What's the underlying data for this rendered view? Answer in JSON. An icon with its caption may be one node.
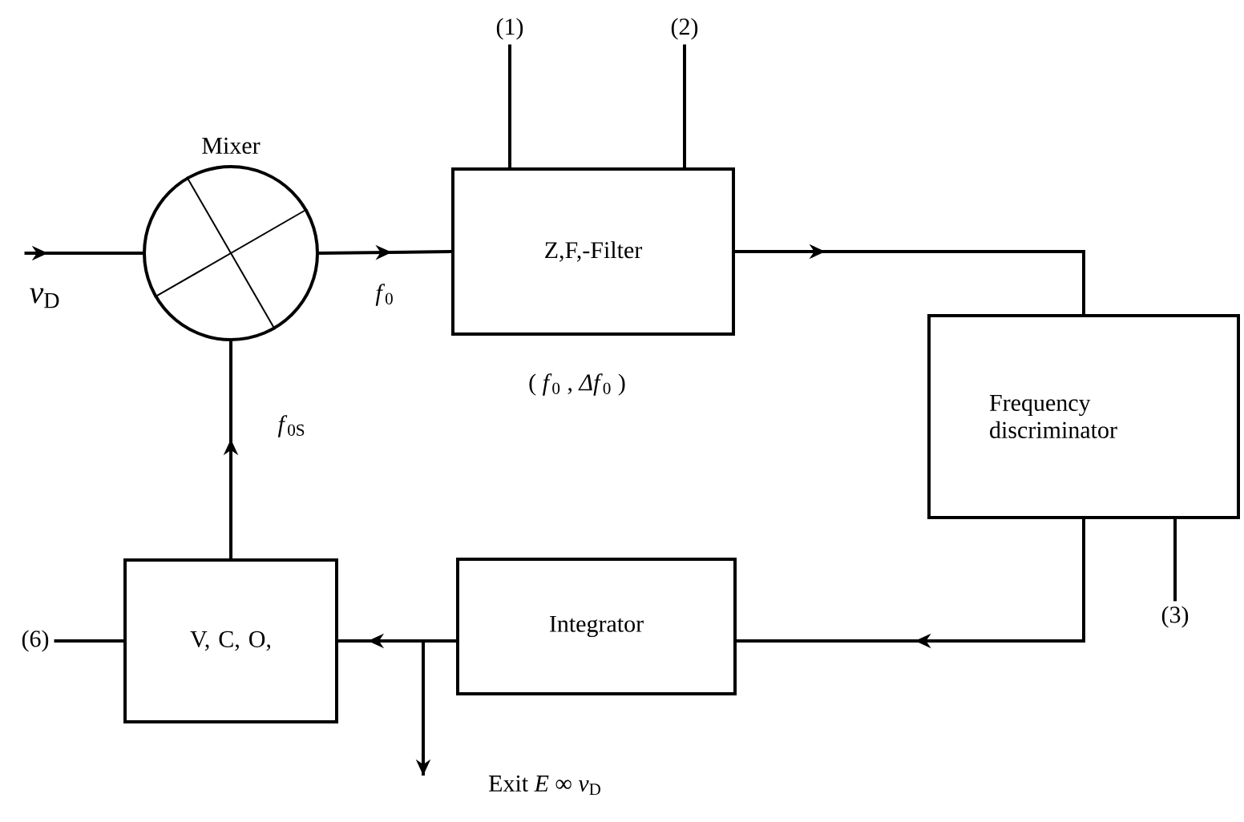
{
  "diagram": {
    "nodes": [
      {
        "text": [
          "Mixer"
        ]
      },
      {
        "text": [
          "Z,F,-Filter"
        ],
        "beside": [
          "( *f*$_{0}$ , *Δf*$_{0}$ )"
        ]
      },
      {
        "text": [
          "Frequency discriminator"
        ]
      },
      {
        "text": [
          "Integrator"
        ]
      },
      {
        "text": [
          "V, C, O,"
        ]
      },
      {
        "text": [
          "(1)"
        ]
      },
      {
        "text": [
          "(2)"
        ]
      },
      {
        "text": [
          "(3)"
        ]
      },
      {
        "text": [
          "(6)"
        ]
      },
      {
        "text": [
          "*ν*$_{D}$"
        ]
      }
    ],
    "edges": [
      {
        "from": 9,
        "to": 0,
        "arrow": "to"
      },
      {
        "from": 0,
        "to": 1,
        "arrow": "to",
        "label": "*f*$_{0}$"
      },
      {
        "from": 1,
        "to": 2,
        "arrow": "to"
      },
      {
        "from": 2,
        "to": 3,
        "arrow": "to"
      },
      {
        "from": 3,
        "to": 4,
        "arrow": "to"
      },
      {
        "from": 3,
        "to": null,
        "arrow": "to",
        "label": "Exit  *E* ∞ *ν*$_{D}$"
      },
      {
        "from": 4,
        "to": 0,
        "arrow": "to",
        "label": "*f*$_{0S}$"
      },
      {
        "from": 5,
        "to": 1,
        "arrow": "none"
      },
      {
        "from": 6,
        "to": 1,
        "arrow": "none"
      },
      {
        "from": 2,
        "to": 7,
        "arrow": "none"
      },
      {
        "from": 8,
        "to": 4,
        "arrow": "none"
      }
    ]
  }
}
